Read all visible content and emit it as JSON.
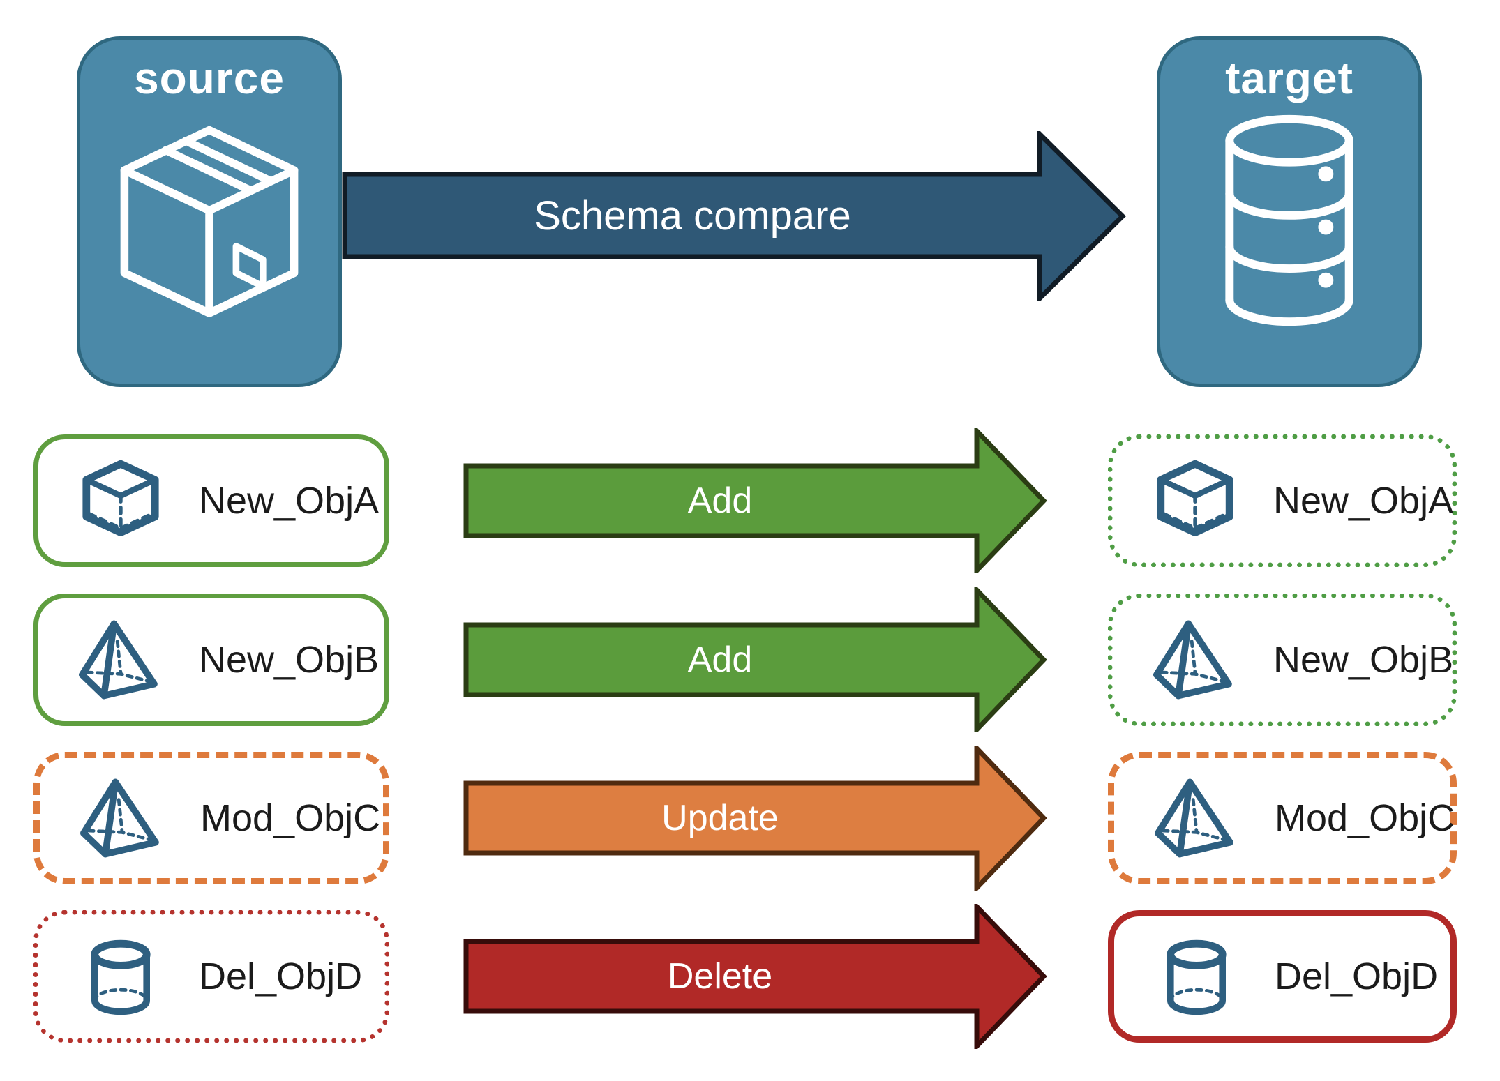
{
  "diagram": {
    "source_node": {
      "label": "source",
      "icon": "package-box-icon"
    },
    "target_node": {
      "label": "target",
      "icon": "database-icon"
    },
    "main_arrow": {
      "label": "Schema compare"
    },
    "rows": [
      {
        "left": {
          "label": "New_ObjA",
          "border_style": "solid-green",
          "icon": "cube-icon"
        },
        "arrow": {
          "label": "Add",
          "color": "#5B9C3C"
        },
        "right": {
          "label": "New_ObjA",
          "border_style": "dotted-green",
          "icon": "cube-icon"
        }
      },
      {
        "left": {
          "label": "New_ObjB",
          "border_style": "solid-green",
          "icon": "pyramid-icon"
        },
        "arrow": {
          "label": "Add",
          "color": "#5B9C3C"
        },
        "right": {
          "label": "New_ObjB",
          "border_style": "dotted-green",
          "icon": "pyramid-icon"
        }
      },
      {
        "left": {
          "label": "Mod_ObjC",
          "border_style": "dashed-orange",
          "icon": "pyramid-icon"
        },
        "arrow": {
          "label": "Update",
          "color": "#DD7E41"
        },
        "right": {
          "label": "Mod_ObjC",
          "border_style": "dashed-orange",
          "icon": "pyramid-icon"
        }
      },
      {
        "left": {
          "label": "Del_ObjD",
          "border_style": "dotted-red",
          "icon": "cylinder-icon"
        },
        "arrow": {
          "label": "Delete",
          "color": "#B12927"
        },
        "right": {
          "label": "Del_ObjD",
          "border_style": "solid-red",
          "icon": "cylinder-icon"
        }
      }
    ],
    "colors": {
      "node_fill": "#4B89A8",
      "node_border": "#2F6880",
      "icon_steel_blue": "#2E5F80",
      "main_arrow_fill": "#2F5876",
      "main_arrow_outline": "#111C26",
      "add_green": "#5B9C3C",
      "green_border": "#5F9E3F",
      "update_orange": "#DD7E41",
      "orange_border": "#DE7A3C",
      "delete_red": "#B12927",
      "red_border": "#B5332E",
      "label_text": "#1b1b1b",
      "arrow_text": "#ffffff"
    }
  }
}
